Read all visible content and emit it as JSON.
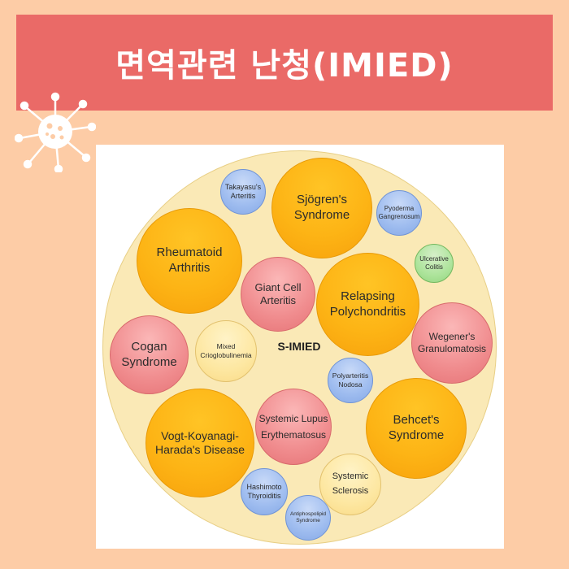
{
  "header": {
    "title": "면역관련 난청(IMIED)"
  },
  "diagram": {
    "center_label": "S-IMIED",
    "diseases": {
      "sjogren": "Sjögren's\nSyndrome",
      "rheumatoid": "Rheumatoid\nArthritis",
      "relapsing": "Relapsing\nPolychondritis",
      "giant_cell": "Giant Cell\nArteritis",
      "cogan": "Cogan\nSyndrome",
      "wegener": "Wegener's\nGranulomatosis",
      "behcet": "Behcet's\nSyndrome",
      "vkh": "Vogt-Koyanagi-\nHarada's Disease",
      "sle": "Systemic Lupus\nErythematosus",
      "takayasu": "Takayasu's\nArteritis",
      "pyoderma": "Pyoderma\nGangrenosum",
      "ulcerative": "Ulcerative\nColitis",
      "mixed_crio": "Mixed\nCrioglobulinemia",
      "polyarteritis": "Polyarteritis\nNodosa",
      "systemic_sclerosis": "Systemic\nSclerosis",
      "hashimoto": "Hashimoto\nThyroiditis",
      "antiphospholipid": "Antiphospolipid\nSyndrome"
    },
    "colors": {
      "orange": "#fdb415",
      "red": "#f08c8e",
      "blue": "#9ebcef",
      "green": "#ade49b",
      "cream": "#fde7a1",
      "ring": "#fae9b6"
    }
  }
}
